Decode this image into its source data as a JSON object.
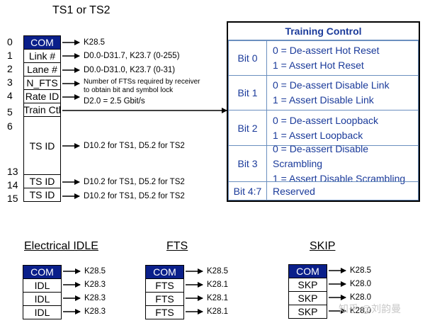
{
  "ts": {
    "title": "TS1 or TS2",
    "rows": [
      {
        "num": "0",
        "label": "COM",
        "note": "K28.5"
      },
      {
        "num": "1",
        "label": "Link #",
        "note": "D0.0-D31.7, K23.7 (0-255)"
      },
      {
        "num": "2",
        "label": "Lane #",
        "note": "D0.0-D31.0, K23.7 (0-31)"
      },
      {
        "num": "3",
        "label": "N_FTS",
        "note_lines": [
          "Number of FTSs required by receiver",
          "to obtain bit and symbol lock"
        ]
      },
      {
        "num": "4",
        "label": "Rate ID",
        "note": "D2.0 = 2.5 Gbit/s"
      },
      {
        "num": "5",
        "label": "Train Ctl"
      },
      {
        "num": "6",
        "label": "TS ID",
        "note": "D10.2 for TS1, D5.2 for TS2"
      },
      {
        "num": "13"
      },
      {
        "num": "14",
        "label": "TS ID",
        "note": "D10.2 for TS1, D5.2 for TS2"
      },
      {
        "num": "15",
        "label": "TS ID",
        "note": "D10.2 for TS1, D5.2 for TS2"
      }
    ]
  },
  "training_control": {
    "title": "Training Control",
    "rows": [
      {
        "bit": "Bit 0",
        "lines": [
          "0 = De-assert Hot Reset",
          "1 = Assert Hot Reset"
        ]
      },
      {
        "bit": "Bit 1",
        "lines": [
          "0 = De-assert Disable Link",
          "1 = Assert Disable Link"
        ]
      },
      {
        "bit": "Bit 2",
        "lines": [
          "0 = De-assert Loopback",
          "1 = Assert Loopback"
        ]
      },
      {
        "bit": "Bit 3",
        "lines": [
          "0 = De-assert Disable Scrambling",
          "1 = Assert Disable Scrambling"
        ]
      },
      {
        "bit": "Bit 4:7",
        "lines": [
          "Reserved"
        ]
      }
    ]
  },
  "electrical_idle": {
    "title": "Electrical IDLE",
    "cells": [
      {
        "label": "COM",
        "note": "K28.5"
      },
      {
        "label": "IDL",
        "note": "K28.3"
      },
      {
        "label": "IDL",
        "note": "K28.3"
      },
      {
        "label": "IDL",
        "note": "K28.3"
      }
    ]
  },
  "fts": {
    "title": "FTS",
    "cells": [
      {
        "label": "COM",
        "note": "K28.5"
      },
      {
        "label": "FTS",
        "note": "K28.1"
      },
      {
        "label": "FTS",
        "note": "K28.1"
      },
      {
        "label": "FTS",
        "note": "K28.1"
      }
    ]
  },
  "skip": {
    "title": "SKIP",
    "cells": [
      {
        "label": "COM",
        "note": "K28.5"
      },
      {
        "label": "SKP",
        "note": "K28.0"
      },
      {
        "label": "SKP",
        "note": "K28.0"
      },
      {
        "label": "SKP",
        "note": "K28.0"
      }
    ]
  },
  "watermark": "知乎 @刘韵曼",
  "colors": {
    "com_fill": "#0a1f8a",
    "table_text": "#1a3a9a",
    "table_grid": "#6b8fbf"
  }
}
